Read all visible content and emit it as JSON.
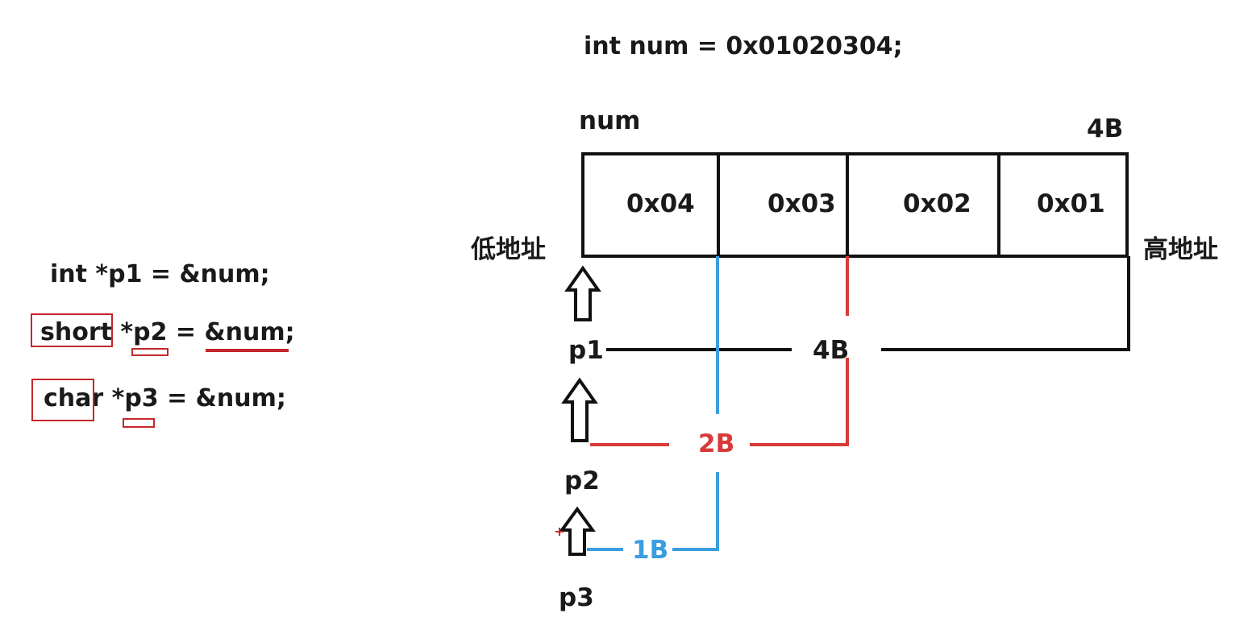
{
  "code": {
    "declaration": "int num = 0x01020304;",
    "line1": "int *p1 = &num;",
    "line2": "short *p2 = &num;",
    "line3": "char *p3 = &num;"
  },
  "memory": {
    "var_name": "num",
    "size": "4B",
    "low_label": "低地址",
    "high_label": "高地址",
    "cells": [
      "0x04",
      "0x03",
      "0x02",
      "0x01"
    ]
  },
  "pointers": {
    "p1": {
      "label": "p1",
      "span": "4B"
    },
    "p2": {
      "label": "p2",
      "span": "2B",
      "color": "#d83a3a"
    },
    "p3": {
      "label": "p3",
      "span": "1B",
      "color": "#3a9de0"
    }
  },
  "colors": {
    "black": "#111111",
    "red": "#d83a3a",
    "blue": "#3a9de0"
  }
}
